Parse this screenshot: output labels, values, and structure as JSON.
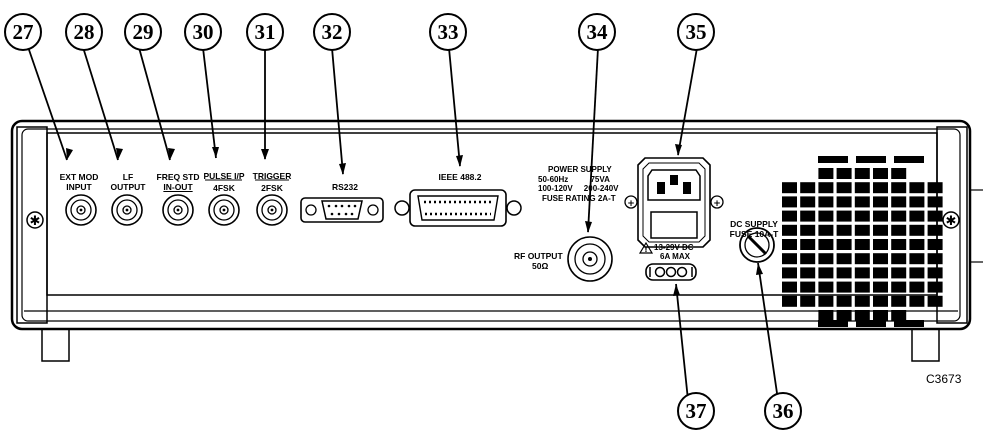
{
  "callouts": {
    "c27": "27",
    "c28": "28",
    "c29": "29",
    "c30": "30",
    "c31": "31",
    "c32": "32",
    "c33": "33",
    "c34": "34",
    "c35": "35",
    "c36": "36",
    "c37": "37"
  },
  "labels": {
    "ext_mod_1": "EXT MOD",
    "ext_mod_2": "INPUT",
    "lf_1": "LF",
    "lf_2": "OUTPUT",
    "freq_std_1": "FREQ STD",
    "freq_std_2": "IN-OUT",
    "pulse_1": "PULSE I/P",
    "pulse_2": "4FSK",
    "trigger_1": "TRIGGER",
    "trigger_2": "2FSK",
    "rs232": "RS232",
    "ieee": "IEEE 488.2",
    "power_1": "POWER SUPPLY",
    "power_2": "50-60Hz          75VA",
    "power_3": "100-120V     200-240V",
    "power_4": "FUSE RATING 2A-T",
    "rf_1": "RF OUTPUT",
    "rf_2": "50Ω",
    "dcin_1": "13-29V DC",
    "dcin_2": "6A MAX",
    "dcsup_1": "DC SUPPLY",
    "dcsup_2": "FUSE 10A-T"
  },
  "figure_code": "C3673",
  "icons": [
    "bnc-connector-icon",
    "d-sub-9-icon",
    "ieee-connector-icon",
    "n-type-connector-icon",
    "iec-power-inlet-icon",
    "fuse-holder-icon",
    "warning-triangle-icon",
    "screw-icon",
    "vent-grille-icon"
  ]
}
